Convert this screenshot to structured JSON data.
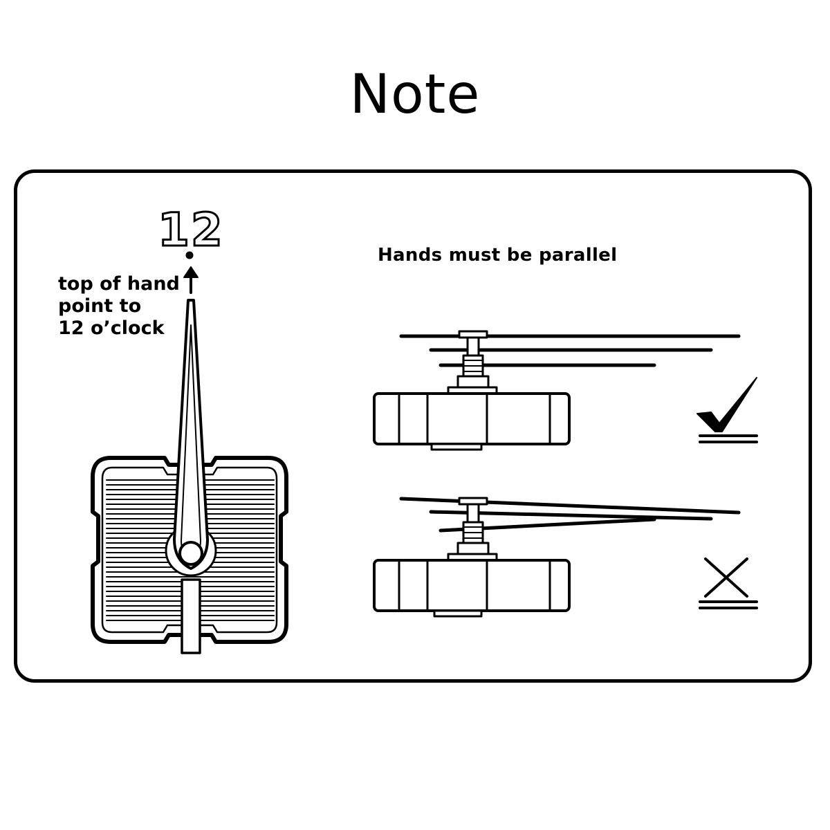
{
  "title": "Note",
  "clock_number": "12",
  "hand_instruction": [
    "top of hand",
    "point to",
    "12 o’clock"
  ],
  "parallel_heading": "Hands must be parallel",
  "results": [
    {
      "name": "correct",
      "icon": "check-icon"
    },
    {
      "name": "incorrect",
      "icon": "cross-icon"
    }
  ],
  "colors": {
    "ink": "#000000",
    "paper": "#ffffff"
  }
}
